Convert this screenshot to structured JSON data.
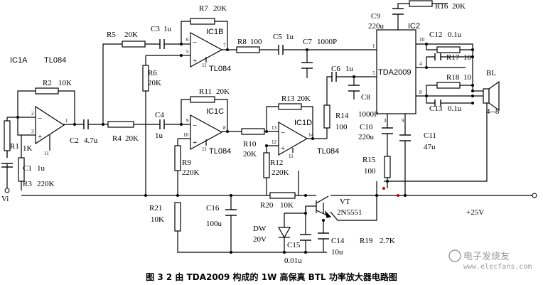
{
  "caption": "图 3 2   由 TDA2009 构成的 1W 高保真 BTL 功率放大器电路图",
  "watermark": {
    "text": "电子发烧友",
    "url": "www.elecfans.com"
  },
  "opamps": [
    {
      "ref": "IC1A",
      "part": "TL084"
    },
    {
      "ref": "IC1B",
      "part": "TL084"
    },
    {
      "ref": "IC1C",
      "part": "TL084"
    },
    {
      "ref": "IC1D",
      "part": "TL084"
    }
  ],
  "amp": {
    "ref": "IC2",
    "part": "TDA2009"
  },
  "resistors": [
    {
      "ref": "R1",
      "value": "1K"
    },
    {
      "ref": "R2",
      "value": "10K"
    },
    {
      "ref": "R3",
      "value": "220K"
    },
    {
      "ref": "R4",
      "value": "20K"
    },
    {
      "ref": "R5",
      "value": "20K"
    },
    {
      "ref": "R6",
      "value": "20K"
    },
    {
      "ref": "R7",
      "value": "20K"
    },
    {
      "ref": "R8",
      "value": "100"
    },
    {
      "ref": "R9",
      "value": "220K"
    },
    {
      "ref": "R10",
      "value": "20K"
    },
    {
      "ref": "R11",
      "value": "20K"
    },
    {
      "ref": "R12",
      "value": "220K"
    },
    {
      "ref": "R13",
      "value": "20K"
    },
    {
      "ref": "R14",
      "value": "100"
    },
    {
      "ref": "R15",
      "value": "100"
    },
    {
      "ref": "R16",
      "value": "20K"
    },
    {
      "ref": "R17",
      "value": "10"
    },
    {
      "ref": "R18",
      "value": "10"
    },
    {
      "ref": "R19",
      "value": "2.7K"
    },
    {
      "ref": "R20",
      "value": "10K"
    },
    {
      "ref": "R21",
      "value": "10K"
    }
  ],
  "capacitors": [
    {
      "ref": "C1",
      "value": "1u"
    },
    {
      "ref": "C2",
      "value": "4.7u"
    },
    {
      "ref": "C3",
      "value": "1u"
    },
    {
      "ref": "C4",
      "value": "1u"
    },
    {
      "ref": "C5",
      "value": "1u"
    },
    {
      "ref": "C6",
      "value": "1u"
    },
    {
      "ref": "C7",
      "value": "1000P"
    },
    {
      "ref": "C8",
      "value": "1000P"
    },
    {
      "ref": "C9",
      "value": "220u"
    },
    {
      "ref": "C10",
      "value": "220u"
    },
    {
      "ref": "C11",
      "value": "47u"
    },
    {
      "ref": "C12",
      "value": "0.1u"
    },
    {
      "ref": "C13",
      "value": "0.1u"
    },
    {
      "ref": "C14",
      "value": "10u"
    },
    {
      "ref": "C15",
      "value": "0.01u"
    },
    {
      "ref": "C16",
      "value": "100u"
    }
  ],
  "transistor": {
    "ref": "VT",
    "part": "2N5551"
  },
  "zener": {
    "ref": "DW",
    "value": "20V"
  },
  "speaker": {
    "ref": "BL",
    "value": "4--8"
  },
  "input_label": "Vi",
  "supply_label": "+25V",
  "pins": {
    "ic1a_in_minus": "2",
    "ic1a_in_plus": "3",
    "ic1a_out": "1",
    "ic1a_gnd": "11",
    "ic1b_in_minus": "6",
    "ic1b_in_plus": "5",
    "ic1b_out": "7",
    "ic1b_gnd": "11",
    "ic1c_in_minus": "9",
    "ic1c_in_plus": "10",
    "ic1c_out": "8",
    "ic1c_gnd": "11",
    "ic1d_in_minus": "13",
    "ic1d_in_plus": "12",
    "ic1d_out": "14",
    "ic1d_gnd": "11",
    "ic2_in1": "1",
    "ic2_in2": "5",
    "ic2_out1": "10",
    "ic2_fb1": "4",
    "ic2_out2": "8",
    "ic2_gnd": "3",
    "ic2_vs": "9"
  }
}
